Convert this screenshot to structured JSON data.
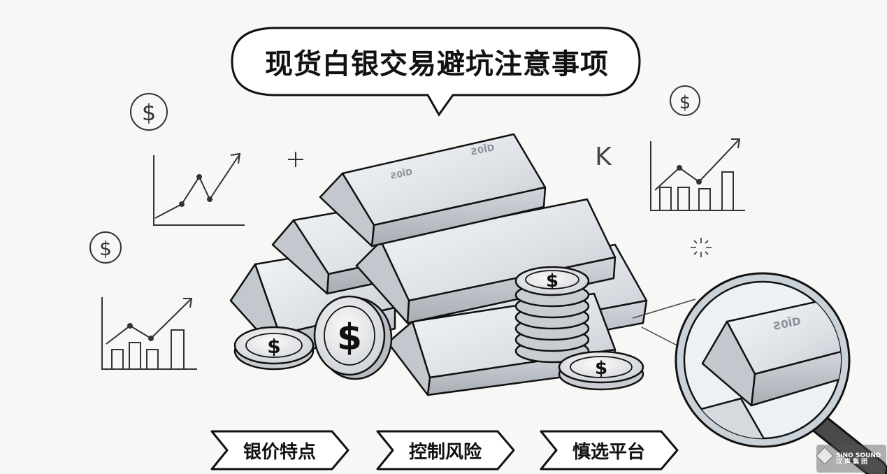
{
  "title": "现货白银交易避坑注意事项",
  "tags": [
    "银价特点",
    "控制风险",
    "慎选平台"
  ],
  "bar_stamp": "Ƨ0ĪD",
  "coin_symbol": "$",
  "sketch_letter": "K",
  "brand": {
    "name_en": "SiNO SOUND",
    "name_cn": "汉声集团"
  },
  "colors": {
    "ink": "#111111",
    "silver": "#d9dde2",
    "silver_dark": "#a9aeb5",
    "paper": "#f7f7f5"
  }
}
